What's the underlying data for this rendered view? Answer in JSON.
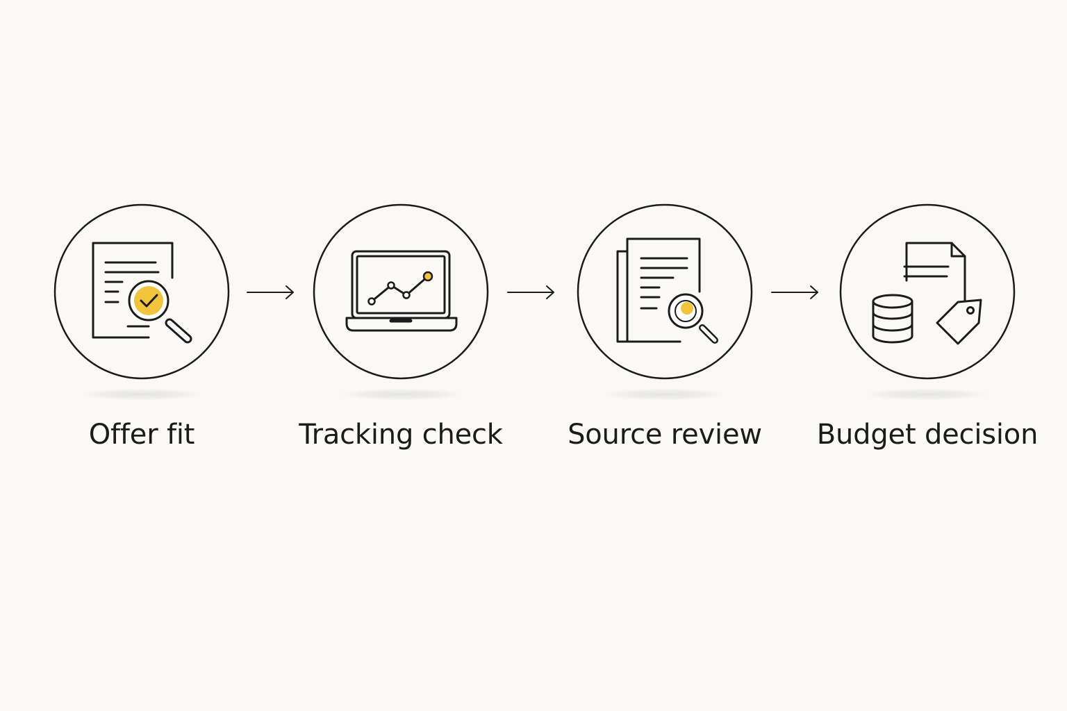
{
  "steps": [
    {
      "label": "Offer fit",
      "icon": "document-magnifier-check-icon"
    },
    {
      "label": "Tracking check",
      "icon": "laptop-line-chart-icon"
    },
    {
      "label": "Source review",
      "icon": "stacked-documents-magnifier-icon"
    },
    {
      "label": "Budget decision",
      "icon": "document-coins-price-tag-icon"
    }
  ],
  "colors": {
    "background": "#faf9f5",
    "stroke": "#1b1b1b",
    "accent": "#f2c43d"
  }
}
